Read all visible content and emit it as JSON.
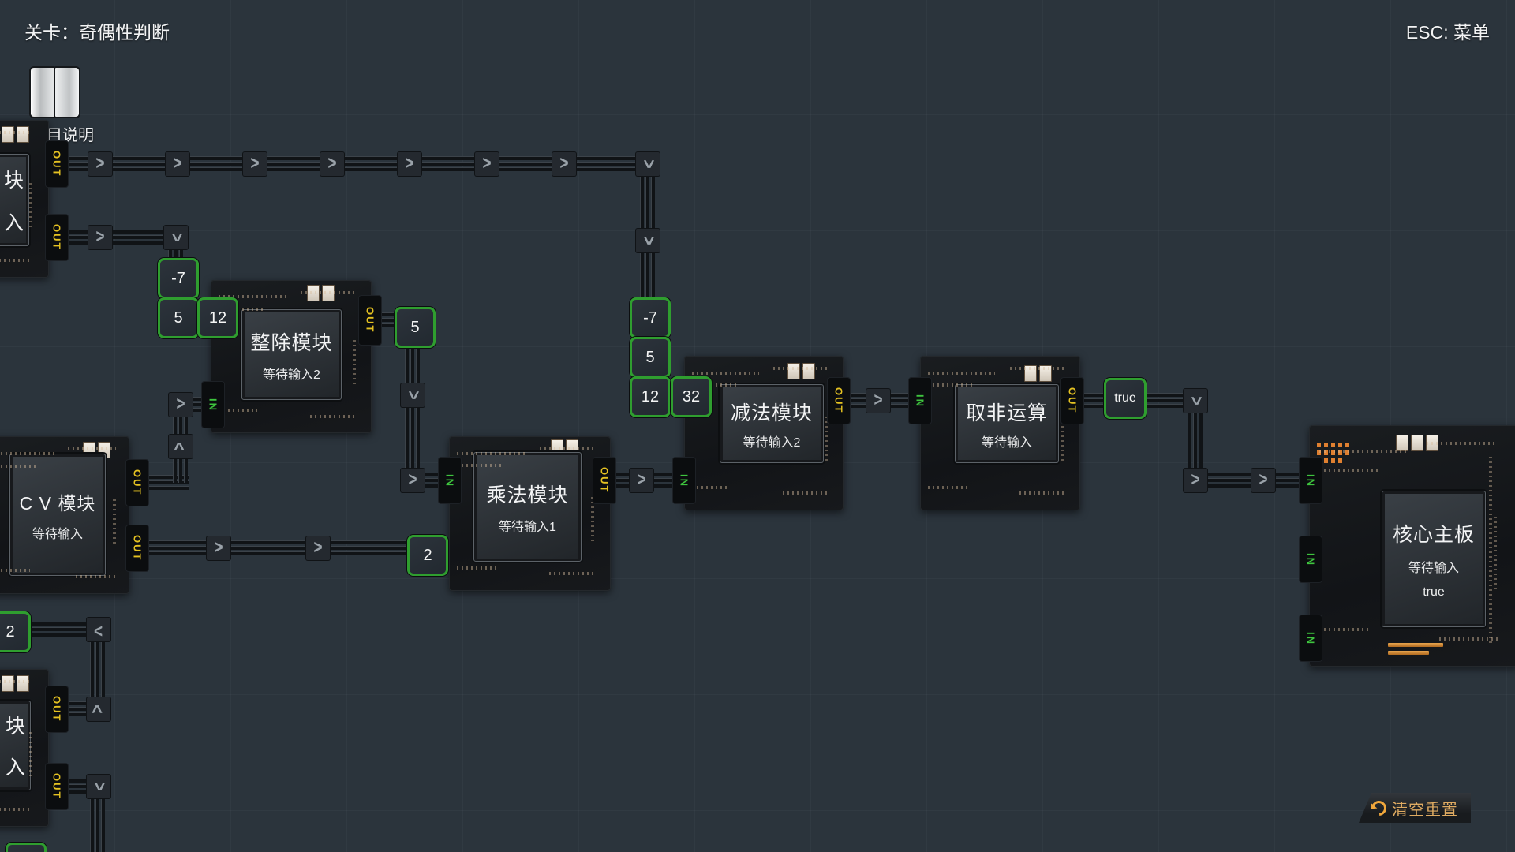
{
  "header": {
    "level_label": "关卡：奇偶性判断",
    "menu_hint": "ESC: 菜单",
    "instructions_label": "题目说明"
  },
  "reset_button": {
    "label": "清空重置"
  },
  "colors": {
    "background": "#2b343c",
    "token_border_green": "#2f9e2f",
    "port_out_yellow": "#e5c222",
    "port_in_green": "#3ec43e",
    "reset_text_orange": "#dfab62"
  },
  "wire_glyphs": {
    "right": ">",
    "down": ">",
    "up": ">",
    "left": ">"
  },
  "modules": {
    "partial_top_left": {
      "chip_line1": "块",
      "chip_line2": "入",
      "out_label": "OUT"
    },
    "divide": {
      "title": "整除模块",
      "subtitle": "等待输入2",
      "out_label": "OUT",
      "in_label": "IN"
    },
    "cv": {
      "title": "C V 模块",
      "subtitle": "等待输入",
      "out_label": "OUT"
    },
    "multiply": {
      "title": "乘法模块",
      "subtitle": "等待输入1",
      "out_label": "OUT",
      "in_label": "IN"
    },
    "subtract": {
      "title": "减法模块",
      "subtitle": "等待输入2",
      "out_label": "OUT",
      "in_label": "IN"
    },
    "not": {
      "title": "取非运算",
      "subtitle": "等待输入",
      "out_label": "OUT",
      "in_label": "IN"
    },
    "mainboard": {
      "title": "核心主板",
      "subtitle": "等待输入",
      "value": "true",
      "in_label": "IN"
    },
    "partial_bottom_left": {
      "chip_line1": "块",
      "chip_line2": "入",
      "out_label": "OUT"
    }
  },
  "tokens": [
    {
      "id": "divide-queue-1",
      "value": "-7"
    },
    {
      "id": "divide-queue-2",
      "value": "5"
    },
    {
      "id": "divide-queue-3",
      "value": "12"
    },
    {
      "id": "divide-output",
      "value": "5"
    },
    {
      "id": "subtract-queue-1",
      "value": "-7"
    },
    {
      "id": "subtract-queue-2",
      "value": "5"
    },
    {
      "id": "subtract-queue-3",
      "value": "12"
    },
    {
      "id": "subtract-queue-4",
      "value": "32"
    },
    {
      "id": "multiply-queue-1",
      "value": "2"
    },
    {
      "id": "not-output",
      "value": "true"
    },
    {
      "id": "bottom-left",
      "value": "2"
    },
    {
      "id": "bottom-left-edge",
      "value": ""
    }
  ]
}
